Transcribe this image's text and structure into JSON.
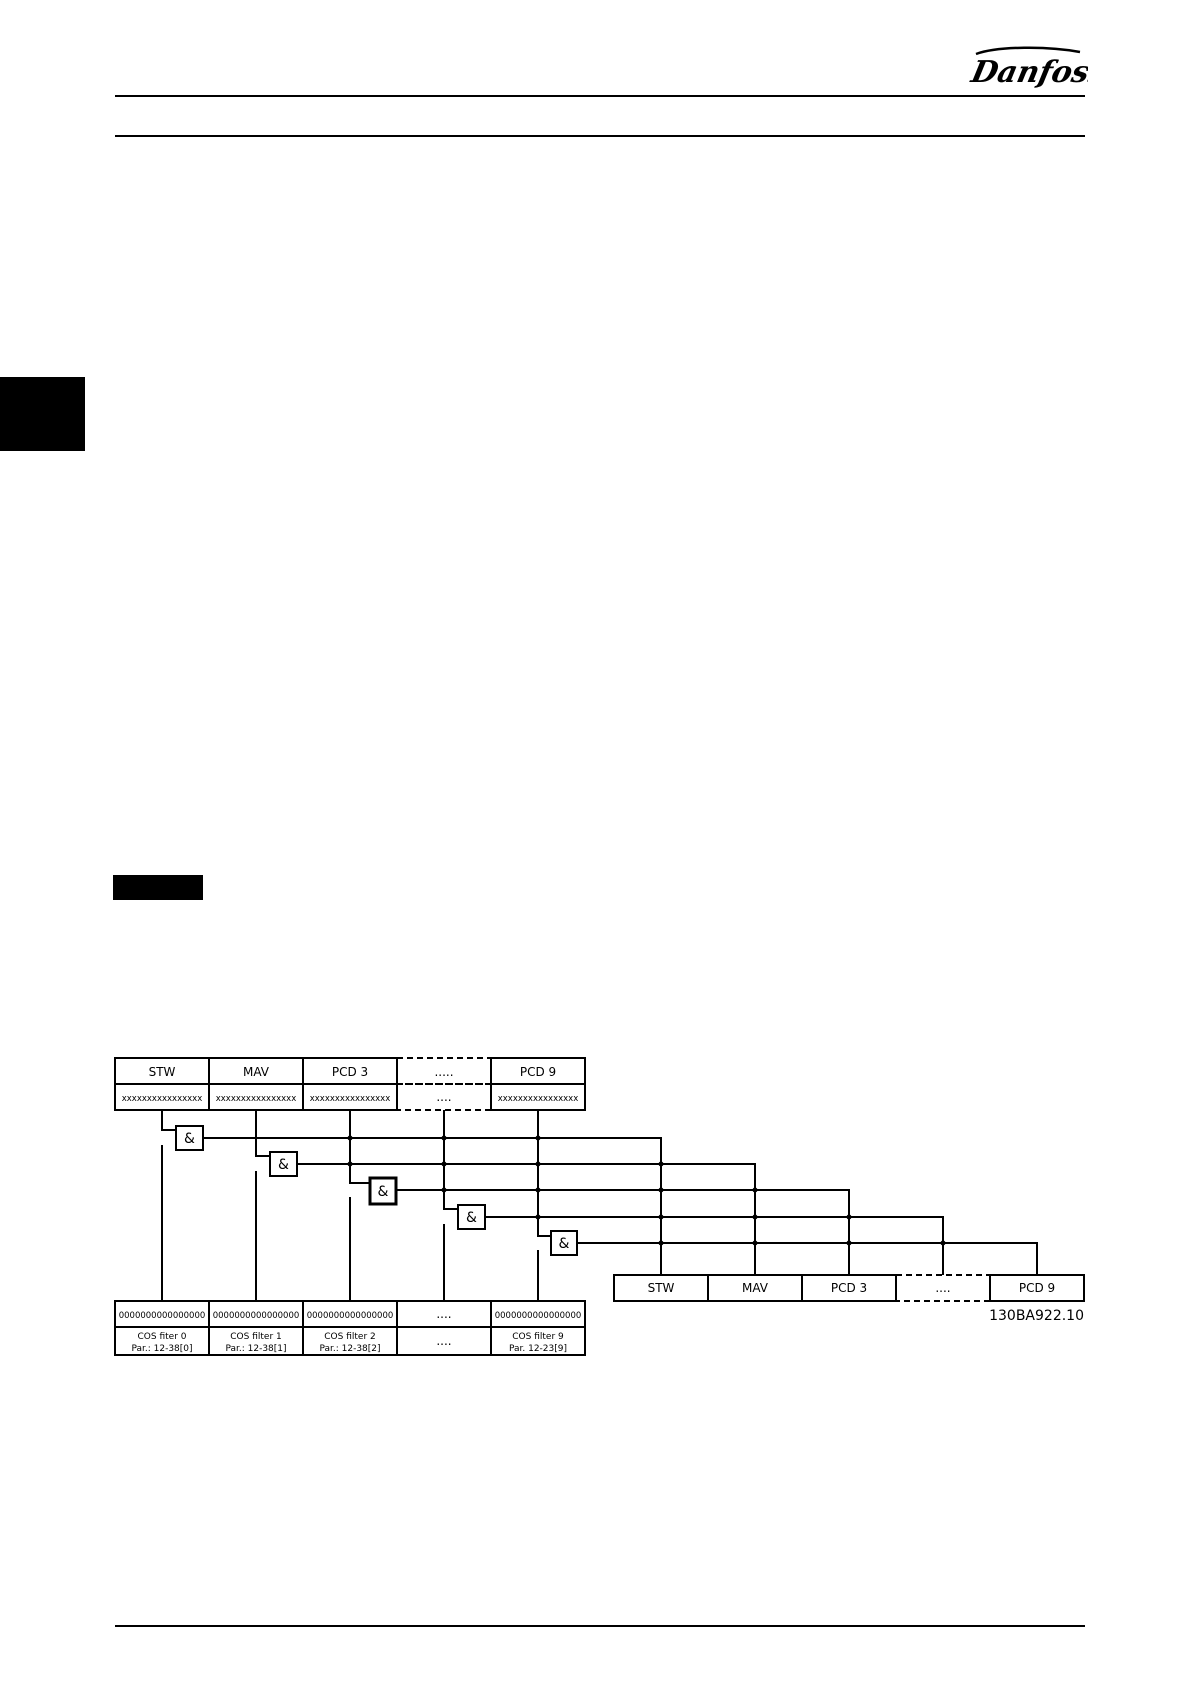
{
  "header": {
    "logo_text": "Danfoss"
  },
  "diagram": {
    "top_register": {
      "labels": [
        "STW",
        "MAV",
        "PCD 3",
        ".....",
        "PCD 9"
      ],
      "values": [
        "xxxxxxxxxxxxxxxx",
        "xxxxxxxxxxxxxxxx",
        "xxxxxxxxxxxxxxxx",
        "....",
        "xxxxxxxxxxxxxxxx"
      ]
    },
    "and_gate_label": "&",
    "output_register": {
      "labels": [
        "STW",
        "MAV",
        "PCD 3",
        "....",
        "PCD 9"
      ]
    },
    "filters": {
      "values": [
        "0000000000000000",
        "0000000000000000",
        "0000000000000000",
        "....",
        "0000000000000000"
      ],
      "names": [
        "COS fiter 0",
        "COS filter 1",
        "COS filter 2",
        "....",
        "COS filter 9"
      ],
      "params": [
        "Par.: 12-38[0]",
        "Par.: 12-38[1]",
        "Par.: 12-38[2]",
        "",
        "Par. 12-23[9]"
      ]
    },
    "figure_code": "130BA922.10"
  }
}
